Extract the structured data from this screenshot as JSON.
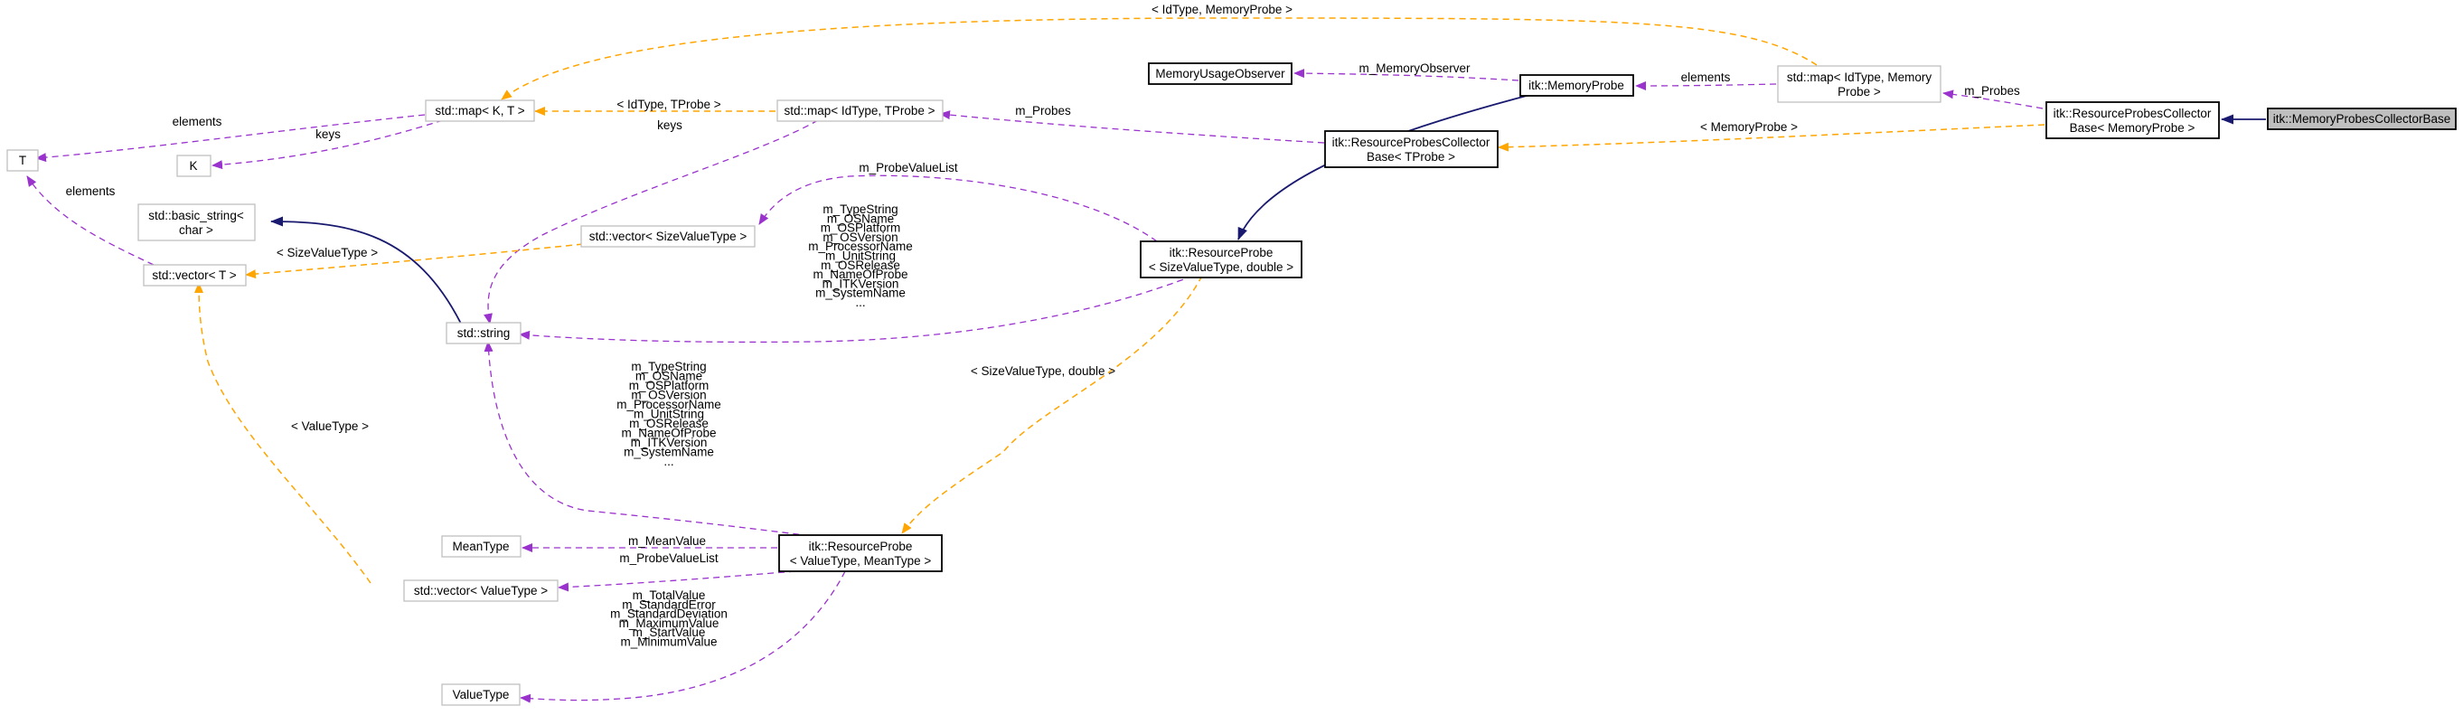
{
  "nodes": {
    "T": "T",
    "K": "K",
    "std_map_KT": "std::map< K, T >",
    "std_map_IdType_TProbe": "std::map< IdType, TProbe >",
    "basic_string": [
      "std::basic_string<",
      "char >"
    ],
    "vector_T": "std::vector< T >",
    "std_string": "std::string",
    "vector_SizeValueType": "std::vector< SizeValueType >",
    "MeanType": "MeanType",
    "vector_ValueType": "std::vector< ValueType >",
    "ValueType": "ValueType",
    "MemoryUsageObserver": "MemoryUsageObserver",
    "MemoryProbe": "itk::MemoryProbe",
    "map_IdType_MemoryProbe": [
      "std::map< IdType, Memory",
      "Probe >"
    ],
    "RPC_Base_MemoryProbe": [
      "itk::ResourceProbesCollector",
      "Base< MemoryProbe >"
    ],
    "MemoryProbesCollectorBase": "itk::MemoryProbesCollectorBase",
    "RPC_Base_TProbe": [
      "itk::ResourceProbesCollector",
      "Base< TProbe >"
    ],
    "RP_SizeValueType_double": [
      "itk::ResourceProbe",
      "< SizeValueType, double >"
    ],
    "RP_ValueType_MeanType": [
      "itk::ResourceProbe",
      "< ValueType, MeanType >"
    ]
  },
  "edge_labels": {
    "idtype_memoryprobe": "< IdType, MemoryProbe >",
    "elements_map_T": "elements",
    "keys_map_K": "keys",
    "idtype_tprobe": "< IdType, TProbe >",
    "keys_map_string": "keys",
    "m_memory_observer": "m_MemoryObserver",
    "elements_map_memprobe": "elements",
    "m_probes_top": "m_Probes",
    "m_probes_mid": "m_Probes",
    "memoryprobe_template": "< MemoryProbe >",
    "m_probevaluelist_top": "m_ProbeValueList",
    "elements_vector_T": "elements",
    "sizevaluetype_template": "< SizeValueType >",
    "rp_size_strings": [
      "m_TypeString",
      "m_OSName",
      "m_OSPlatform",
      "m_OSVersion",
      "m_ProcessorName",
      "m_UnitString",
      "m_OSRelease",
      "m_NameOfProbe",
      "m_ITKVersion",
      "m_SystemName",
      "..."
    ],
    "sizevaluetype_double": "< SizeValueType, double >",
    "valuetype_template": "< ValueType >",
    "rp_value_strings": [
      "m_TypeString",
      "m_OSName",
      "m_OSPlatform",
      "m_OSVersion",
      "m_ProcessorName",
      "m_UnitString",
      "m_OSRelease",
      "m_NameOfProbe",
      "m_ITKVersion",
      "m_SystemName",
      "..."
    ],
    "m_meanvalue": "m_MeanValue",
    "m_probevaluelist_bottom": "m_ProbeValueList",
    "rp_value_members": [
      "m_TotalValue",
      "m_StandardError",
      "m_StandardDeviation",
      "m_MaximumValue",
      "m_StartValue",
      "m_MinimumValue"
    ]
  },
  "colors": {
    "usage_edge": "#9a32cd",
    "template_edge": "#ffa500",
    "inheritance_edge": "#191970",
    "focus_fill": "#bfbfbf",
    "external_border": "#bfbfbf"
  }
}
